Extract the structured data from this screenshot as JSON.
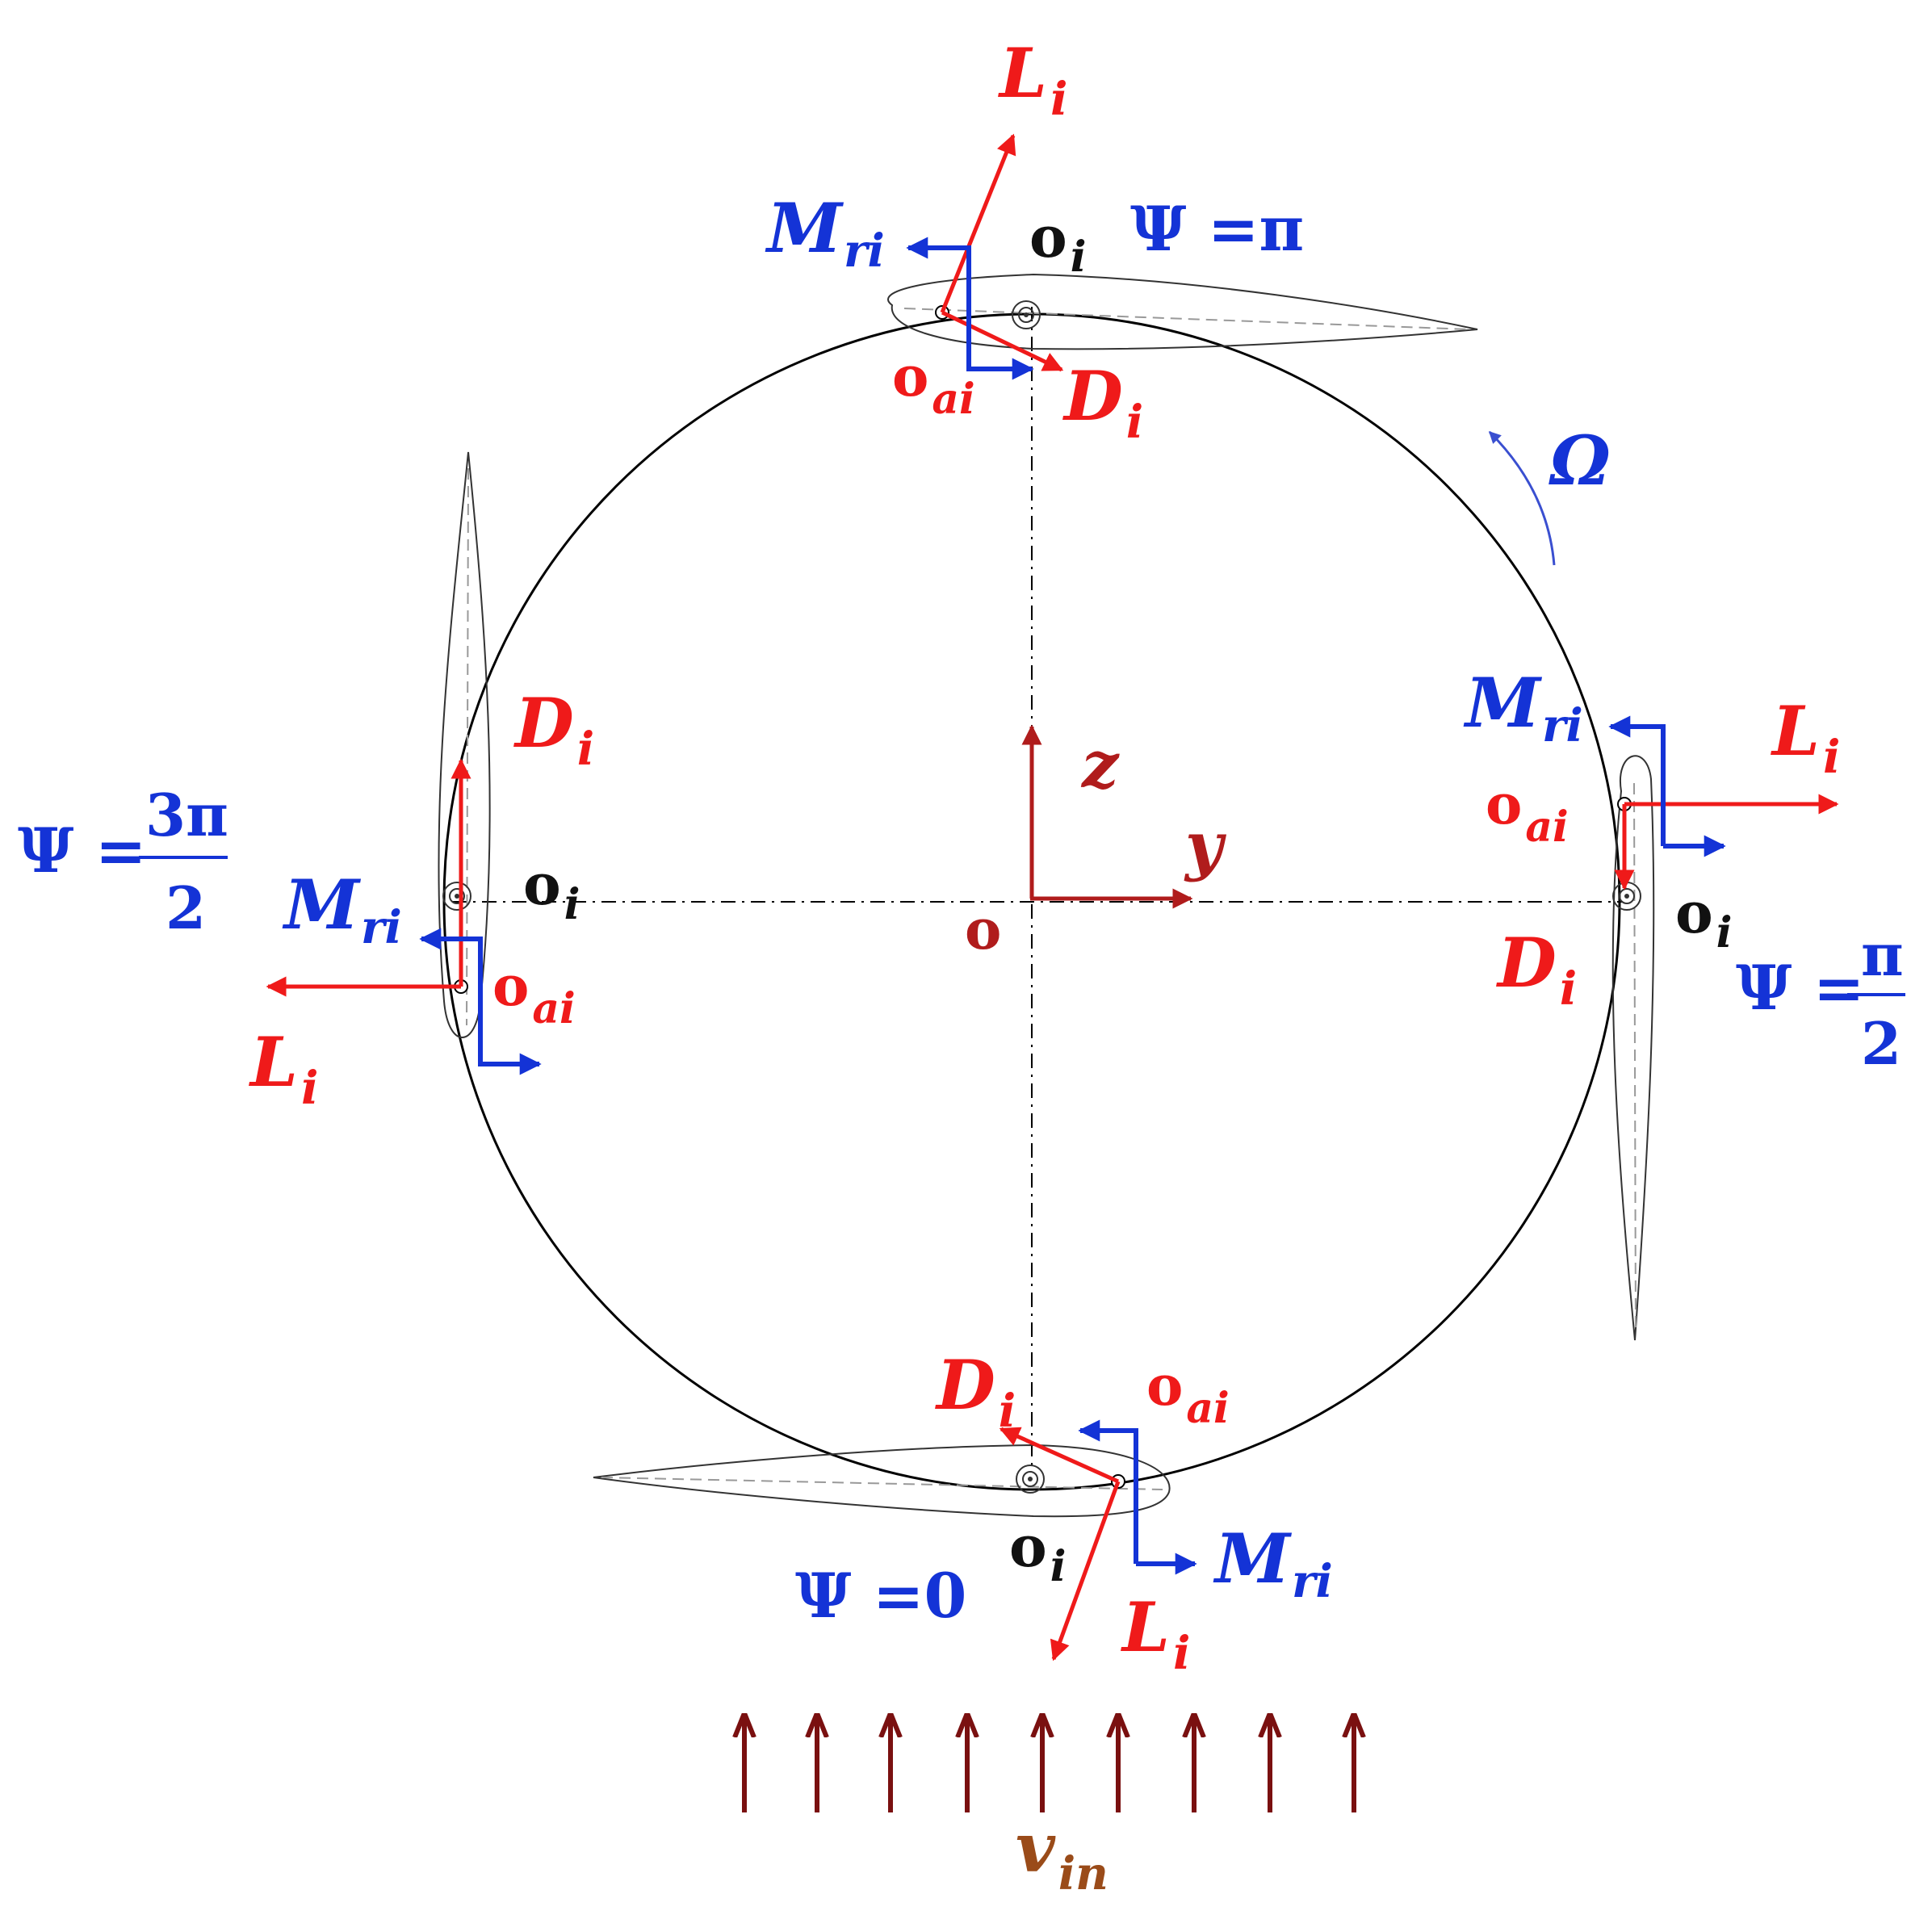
{
  "labels": {
    "lift": "L",
    "lift_sub": "i",
    "drag": "D",
    "drag_sub": "i",
    "moment": "M",
    "moment_sub": "ri",
    "pivot": "o",
    "pivot_sub": "i",
    "aero": "o",
    "aero_sub": "ai",
    "origin": "o",
    "axis_y": "y",
    "axis_z": "z",
    "omega": "Ω",
    "inflow": "v",
    "inflow_sub": "in"
  },
  "positions": {
    "top": "Ψ =π",
    "bottom": "Ψ =0",
    "right_prefix": "Ψ =",
    "right_num": "π",
    "right_den": "2",
    "left_prefix": "Ψ =",
    "left_num": "3π",
    "left_den": "2"
  },
  "colors": {
    "force": "#ef1a1a",
    "moment": "#1433d6",
    "axes": "#b01c1c",
    "inflow_arrows": "#7a1010",
    "inflow_label": "#9a4b19"
  }
}
